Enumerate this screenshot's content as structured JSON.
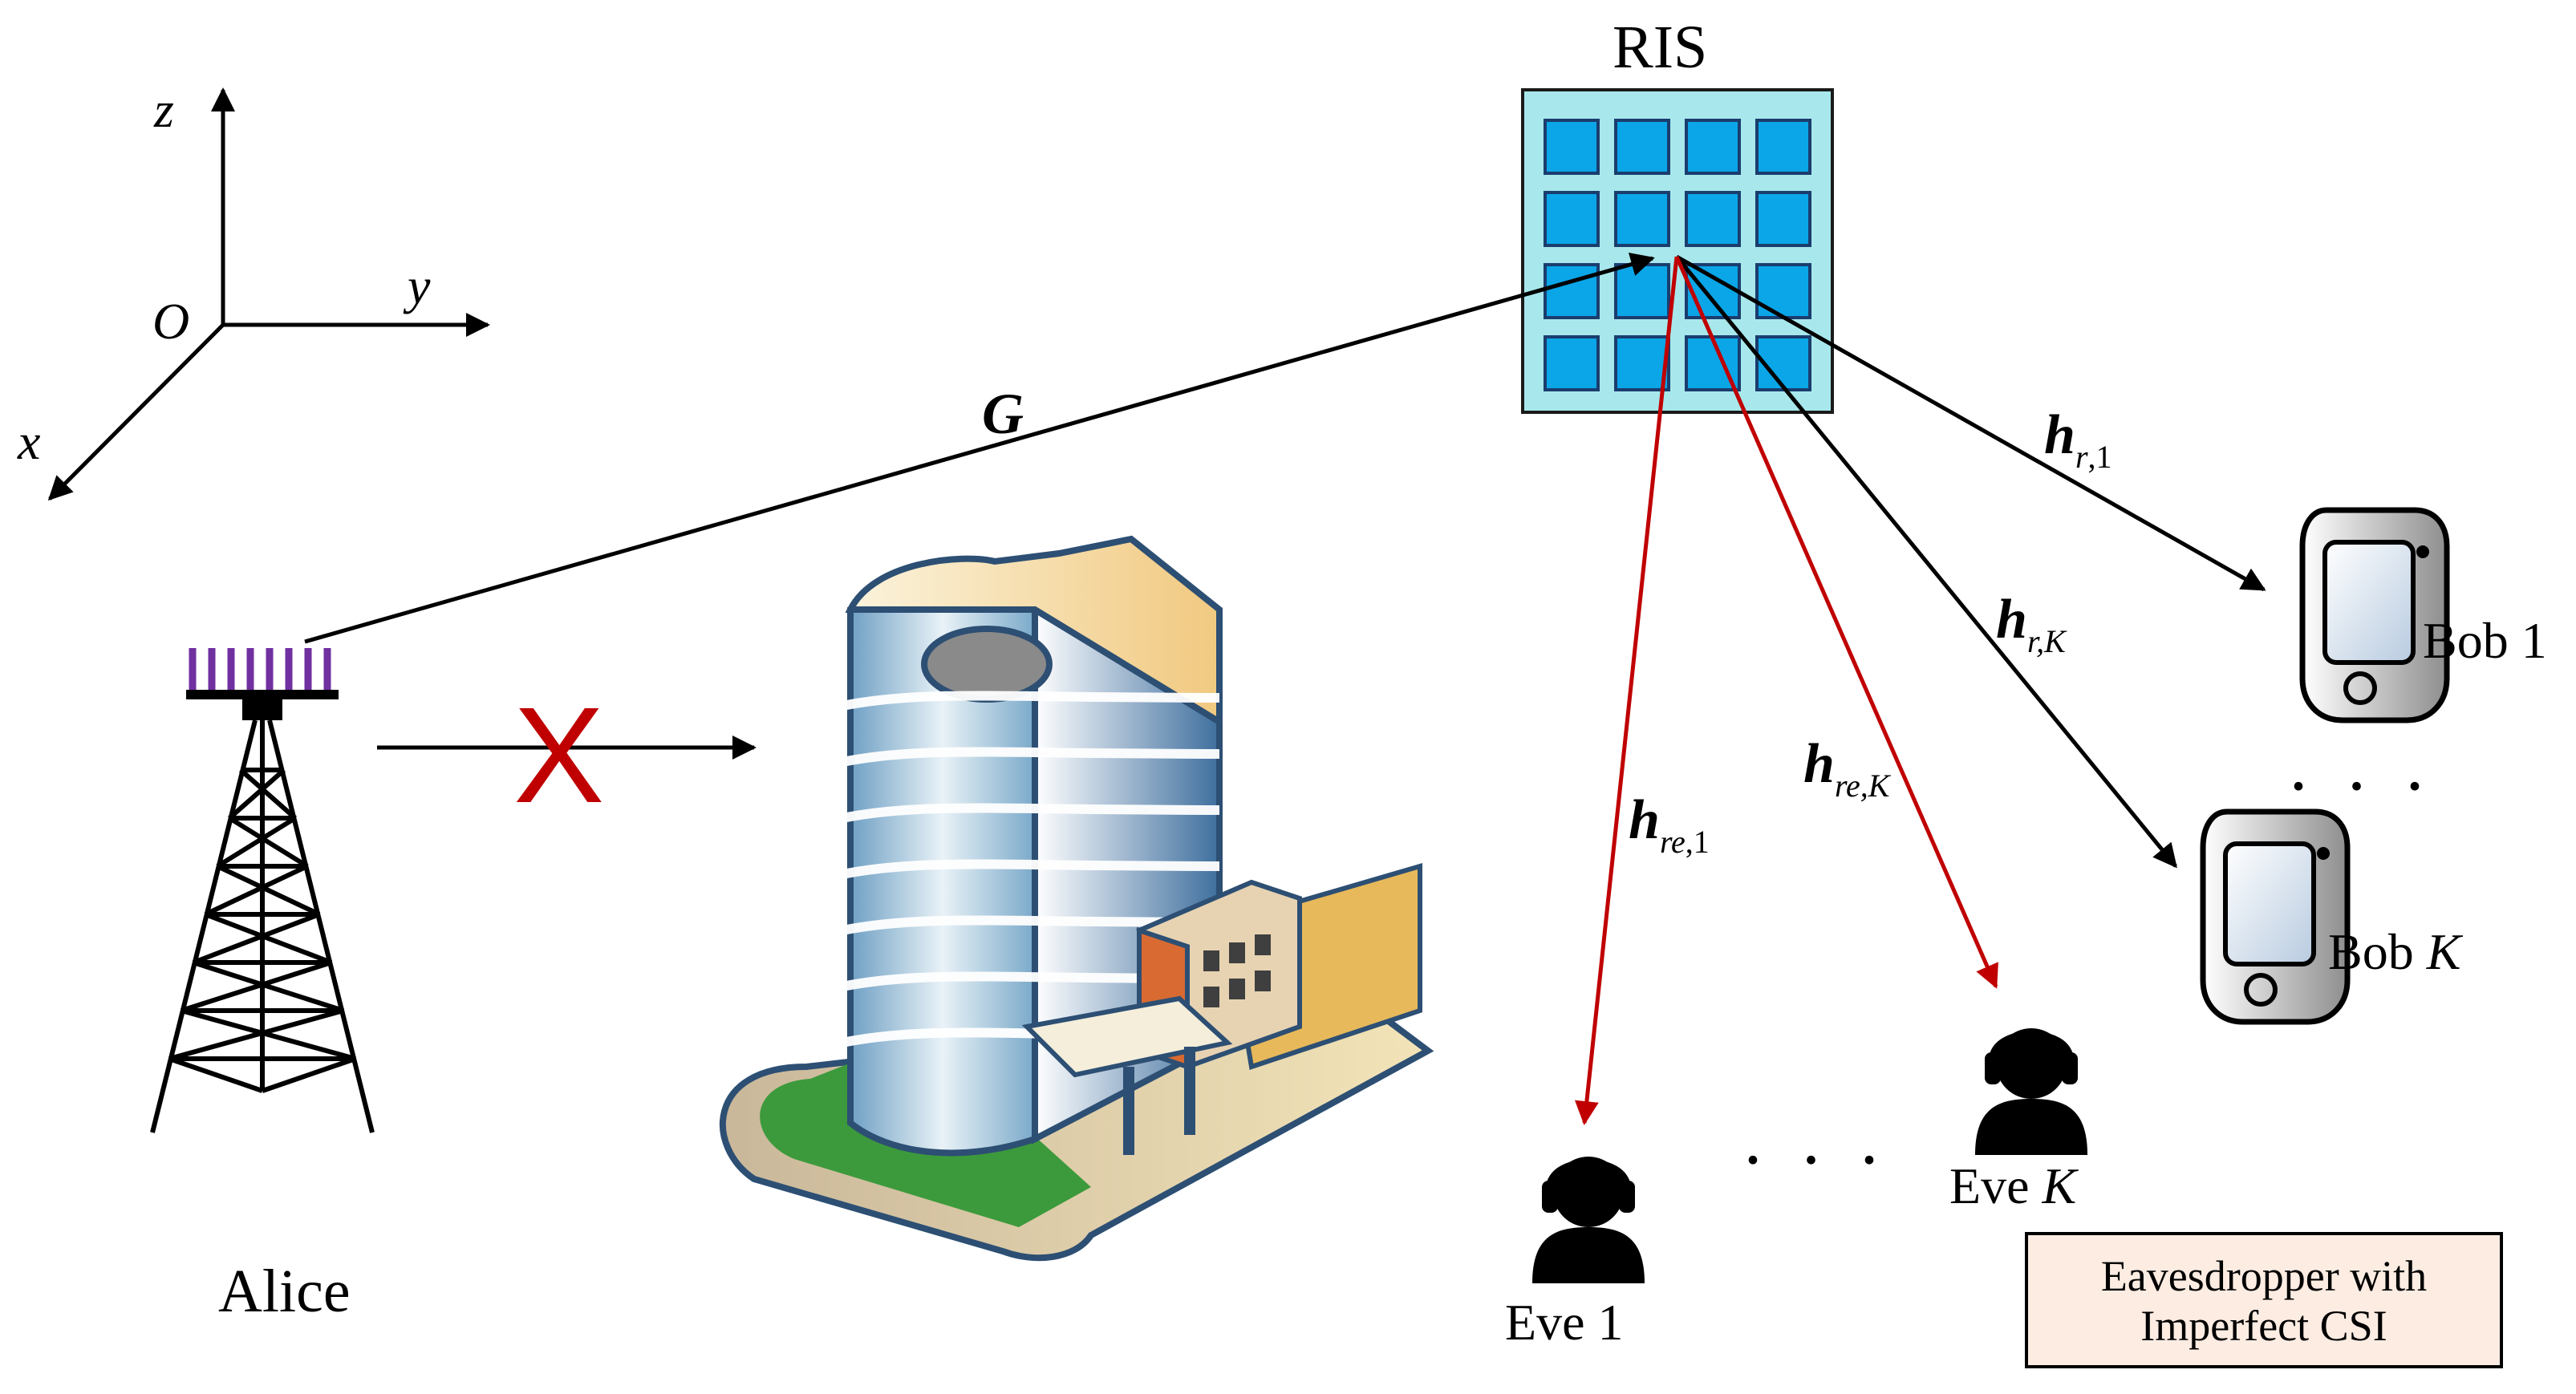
{
  "axes": {
    "z": "z",
    "y": "y",
    "x": "x",
    "origin": "O"
  },
  "nodes": {
    "ris": "RIS",
    "alice": "Alice",
    "bob1": "Bob 1",
    "bobK_prefix": "Bob ",
    "bobK_var": "K",
    "eve1": "Eve 1",
    "eveK_prefix": "Eve ",
    "eveK_var": "K"
  },
  "channels": {
    "G": "G",
    "h_r1": {
      "main": "h",
      "sub_var": "r",
      "sub_idx": ",1"
    },
    "h_rK": {
      "main": "h",
      "sub_var": "r",
      "sub_idx": ",K"
    },
    "h_re1": {
      "main": "h",
      "sub_var": "re",
      "sub_idx": ",1"
    },
    "h_reK": {
      "main": "h",
      "sub_var": "re",
      "sub_idx": ",K"
    }
  },
  "ellipsis": "· · ·",
  "blocked_marker": "X",
  "note": {
    "line1": "Eavesdropper with",
    "line2": "Imperfect CSI"
  },
  "colors": {
    "ris_panel": "#a8e8ec",
    "ris_element": "#0aa6e8",
    "eve_link": "#c00000",
    "antenna": "#7030a0"
  }
}
